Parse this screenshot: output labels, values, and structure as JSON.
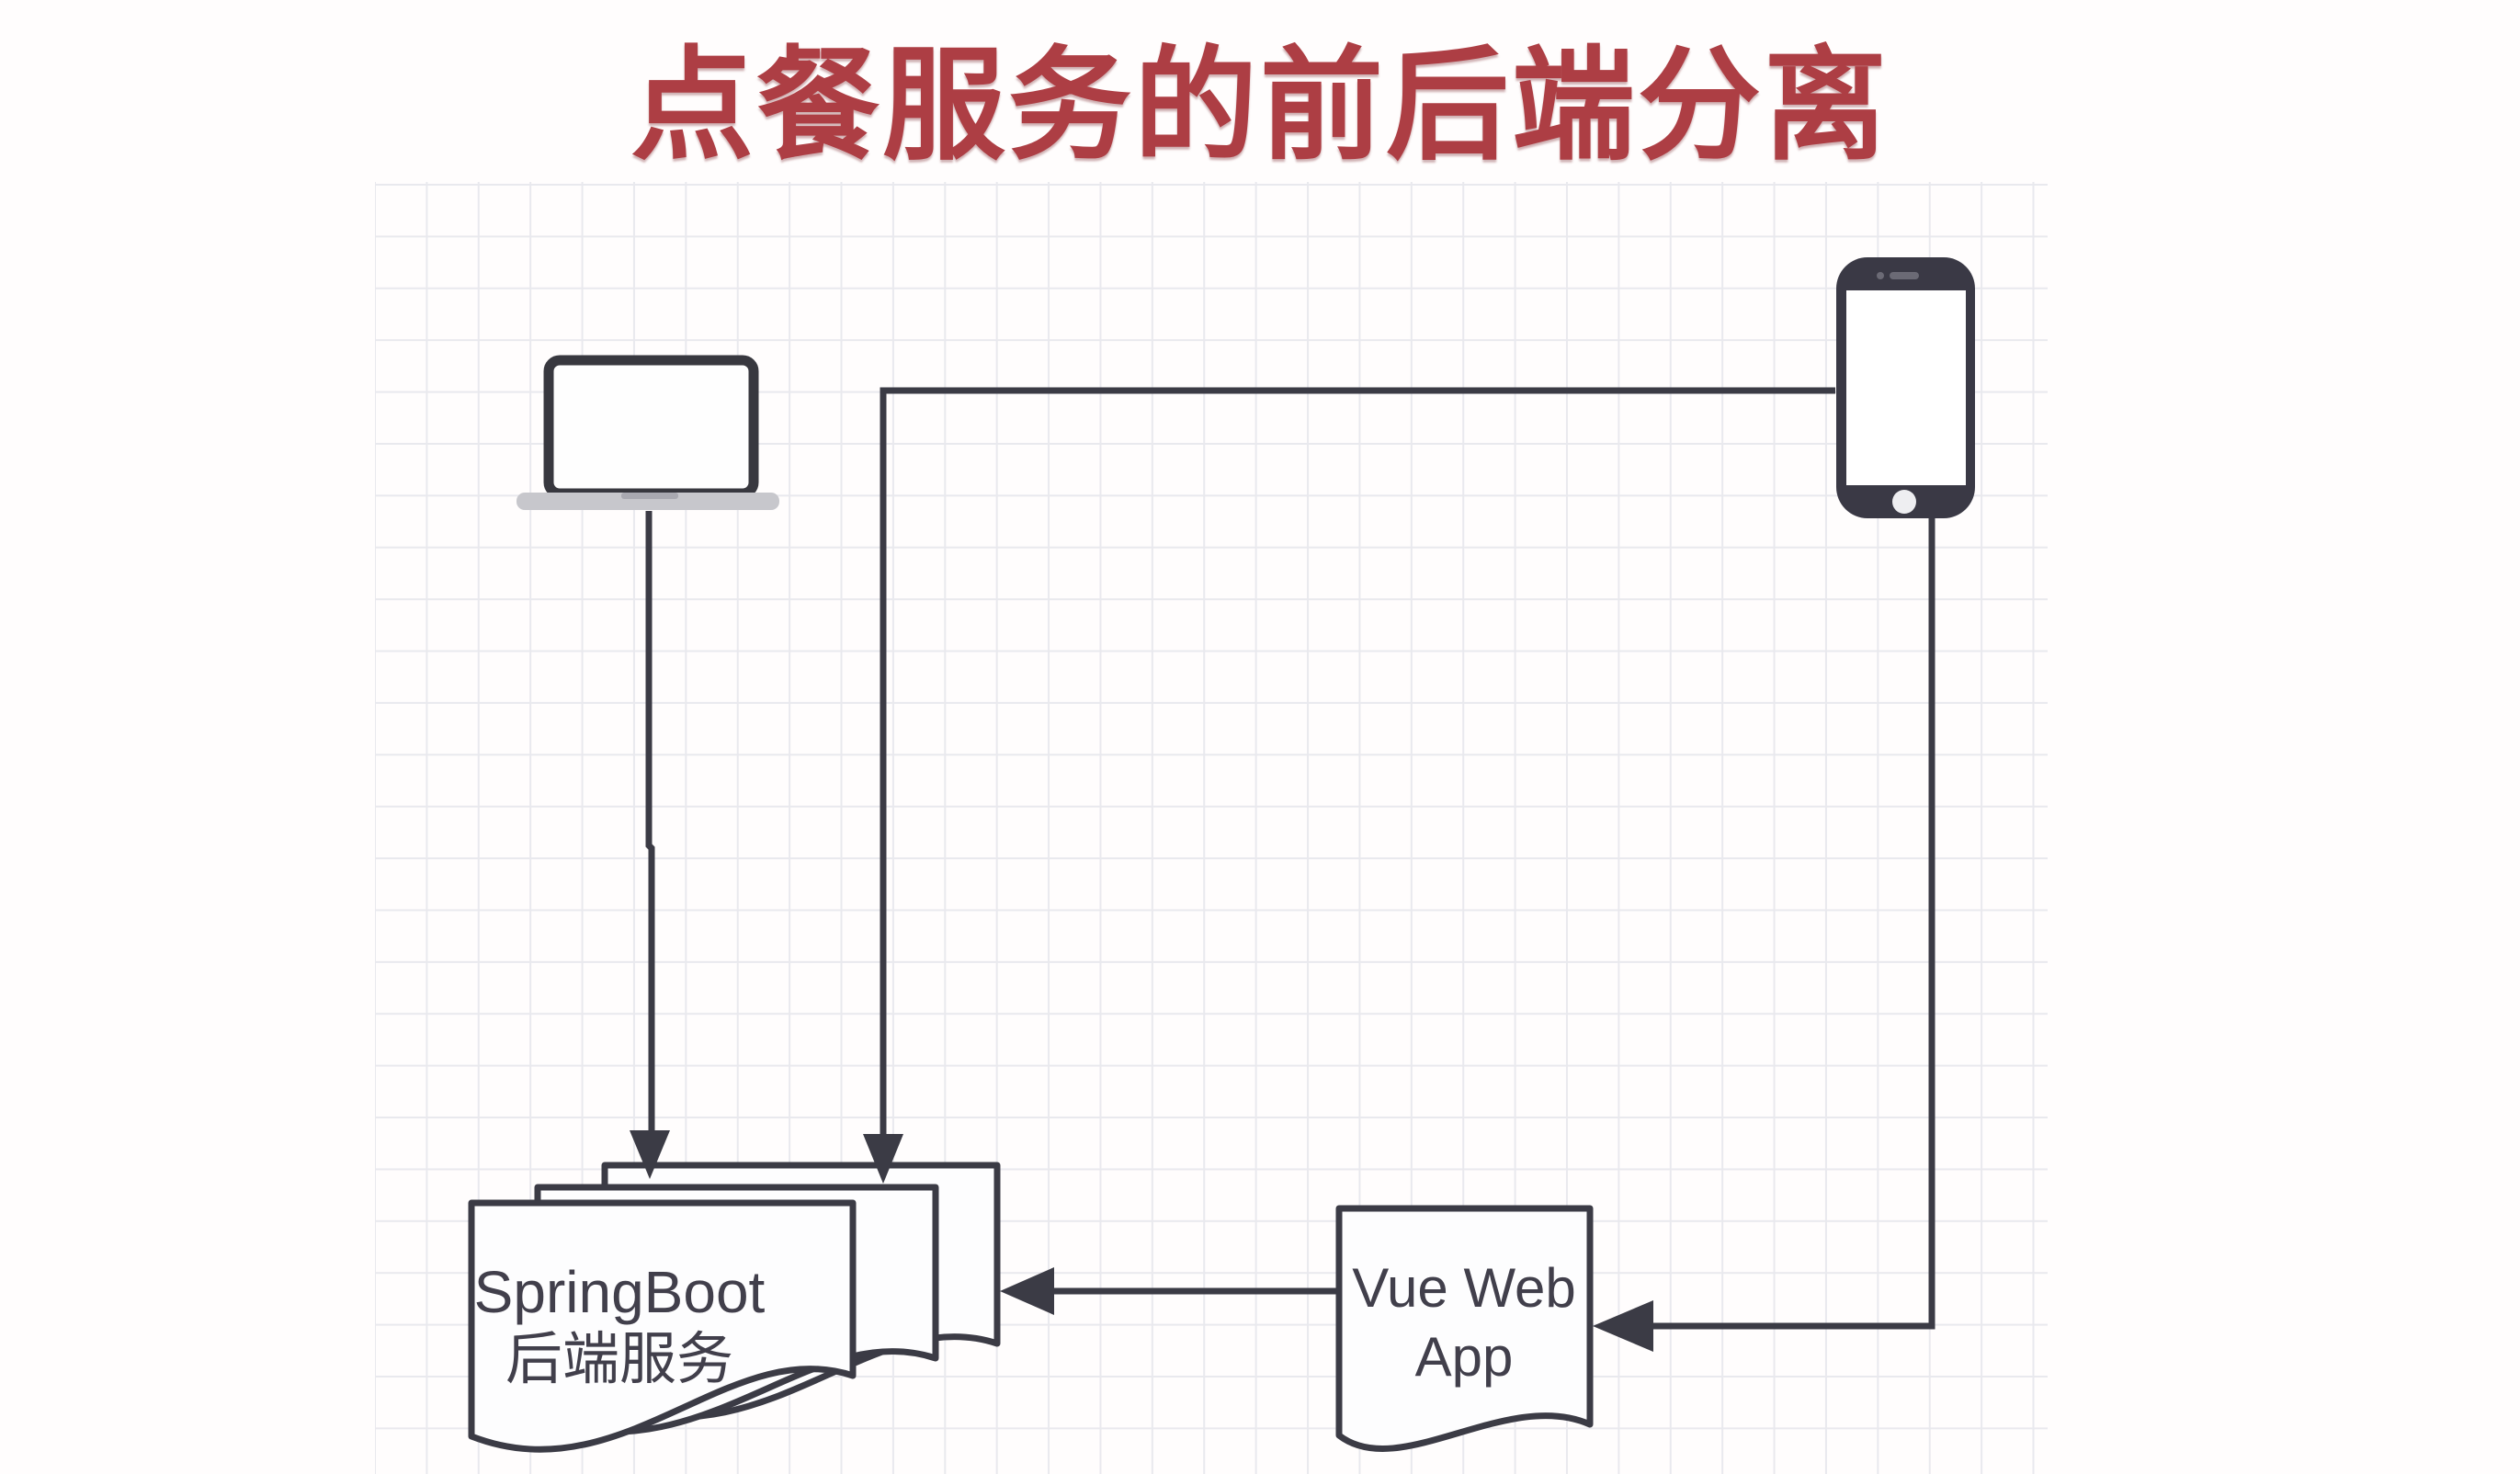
{
  "title": {
    "text": "点餐服务的前后端分离"
  },
  "colors": {
    "title_red": "#ad3e44",
    "stroke": "#3b3b45",
    "label_text": "#413f4b",
    "grid_line": "#e9e9ee",
    "background": "#fffdfd",
    "phone_body": "#3a3945",
    "laptop_base": "#c7c7cc"
  },
  "diagram": {
    "devices": {
      "laptop": {
        "name": "laptop"
      },
      "phone": {
        "name": "smartphone"
      }
    },
    "nodes": {
      "backend": {
        "shape": "stacked-documents",
        "line1": "SpringBoot",
        "line2": "后端服务"
      },
      "frontend": {
        "shape": "document",
        "line1": "Vue Web",
        "line2": "App"
      }
    },
    "edges": [
      {
        "from": "laptop",
        "to": "backend"
      },
      {
        "from": "smartphone",
        "to": "backend"
      },
      {
        "from": "frontend",
        "to": "backend"
      },
      {
        "from": "smartphone",
        "to": "frontend"
      }
    ]
  }
}
